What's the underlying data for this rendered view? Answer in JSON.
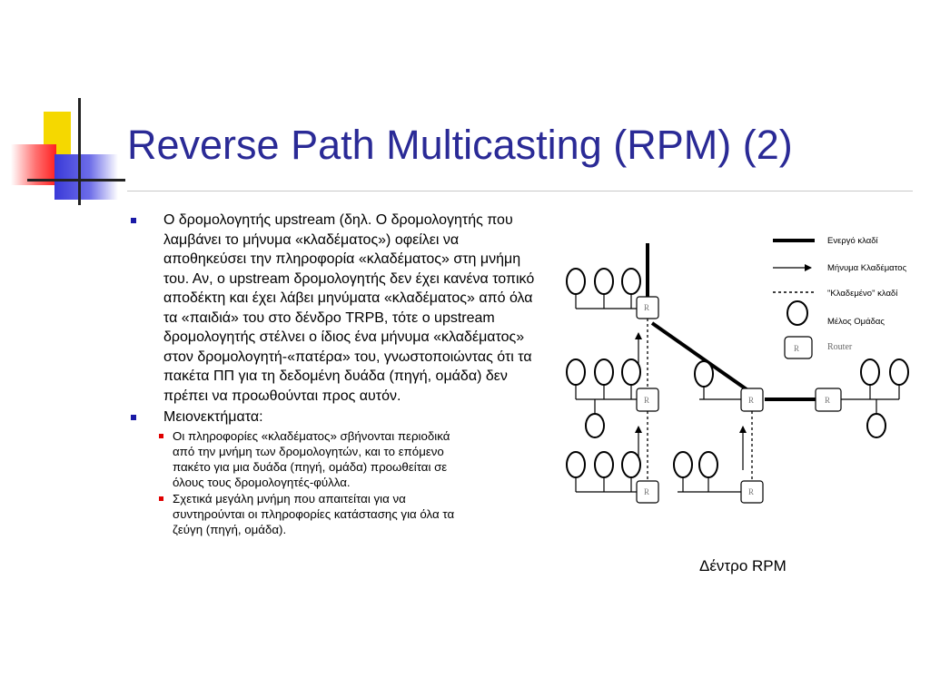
{
  "slide": {
    "title": "Reverse Path Multicasting (RPM) (2)",
    "bullets": [
      {
        "text": "Ο δρομολογητής upstream (δηλ. Ο δρομολογητής που λαμβάνει το μήνυμα «κλαδέματος») οφείλει να αποθηκεύσει την πληροφορία «κλαδέματος» στη μνήμη του. Αν, ο upstream δρομολογητής δεν έχει κανένα τοπικό αποδέκτη και έχει λάβει μηνύματα «κλαδέματος» από όλα τα «παιδιά» του στο δένδρο TRPB, τότε ο upstream δρομολογητής στέλνει ο ίδιος ένα μήνυμα «κλαδέματος» στον δρομολογητή-«πατέρα» του, γνωστοποιώντας ότι τα πακέτα ΠΠ για τη δεδομένη δυάδα (πηγή, ομάδα) δεν πρέπει να προωθούνται προς αυτόν."
      },
      {
        "text": "Μειονεκτήματα:",
        "sub": [
          "Οι πληροφορίες «κλαδέματος» σβήνονται περιοδικά από την μνήμη των δρομολογητών, και το επόμενο πακέτο για μια δυάδα (πηγή, ομάδα) προωθείται σε όλους τους δρομολογητές-φύλλα.",
          "Σχετικά μεγάλη μνήμη που απαιτείται για να συντηρούνται οι πληροφορίες κατάστασης για όλα τα ζεύγη (πηγή, ομάδα)."
        ]
      }
    ],
    "figure": {
      "legend": {
        "active_branch": "Ενεργό κλαδί",
        "prune_message": "Μήνυμα Κλαδέματος",
        "pruned_branch": "\"Κλαδεμένο\" κλαδί",
        "group_member": "Μέλος Ομάδας",
        "router": "Router"
      },
      "router_label": "R",
      "caption": "Δέντρο RPM"
    }
  }
}
